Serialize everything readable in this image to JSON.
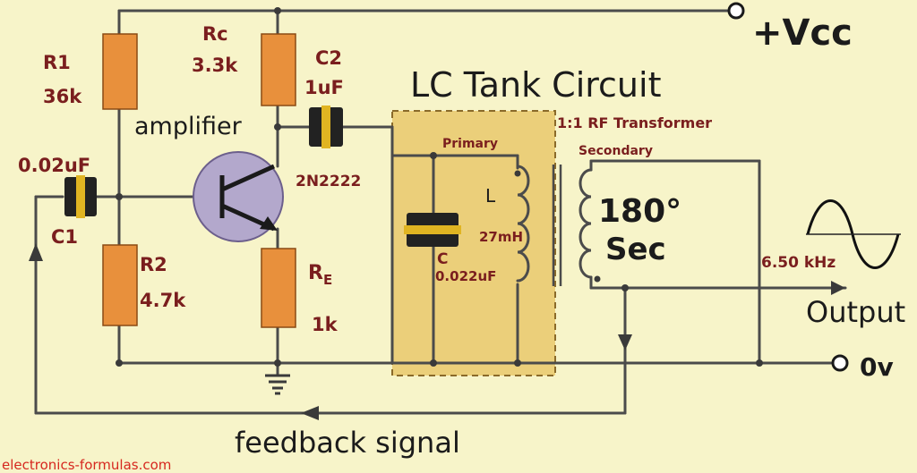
{
  "title": "LC Tank Circuit",
  "transformer_label": "1:1 RF Transformer",
  "primary_label": "Primary",
  "secondary_label": "Secondary",
  "phase_shift": "180°",
  "phase_unit": "Sec",
  "inductor": {
    "name": "L",
    "value": "27mH"
  },
  "tank_capacitor": {
    "name": "C",
    "value": "0.022uF"
  },
  "r1": {
    "name": "R1",
    "value": "36k"
  },
  "r2": {
    "name": "R2",
    "value": "4.7k"
  },
  "rc": {
    "name": "Rc",
    "value": "3.3k"
  },
  "re": {
    "name": "R",
    "sub": "E",
    "value": "1k"
  },
  "c1": {
    "name": "C1",
    "value": "0.02uF"
  },
  "c2": {
    "name": "C2",
    "value": "1uF"
  },
  "transistor": "2N2222",
  "amplifier_label": "amplifier",
  "vcc_label": "+Vcc",
  "ground_label": "0v",
  "output_label": "Output",
  "frequency": "6.50 kHz",
  "feedback_label": "feedback signal",
  "source_credit": "electronics-formulas.com",
  "colors": {
    "background": "#f7f4c9",
    "resistor": "#e8903c",
    "capacitor": "#e0b422",
    "tank_box": "#e6c15c",
    "transistor": "#b3a8cc",
    "labels": "#7a1e1e"
  }
}
